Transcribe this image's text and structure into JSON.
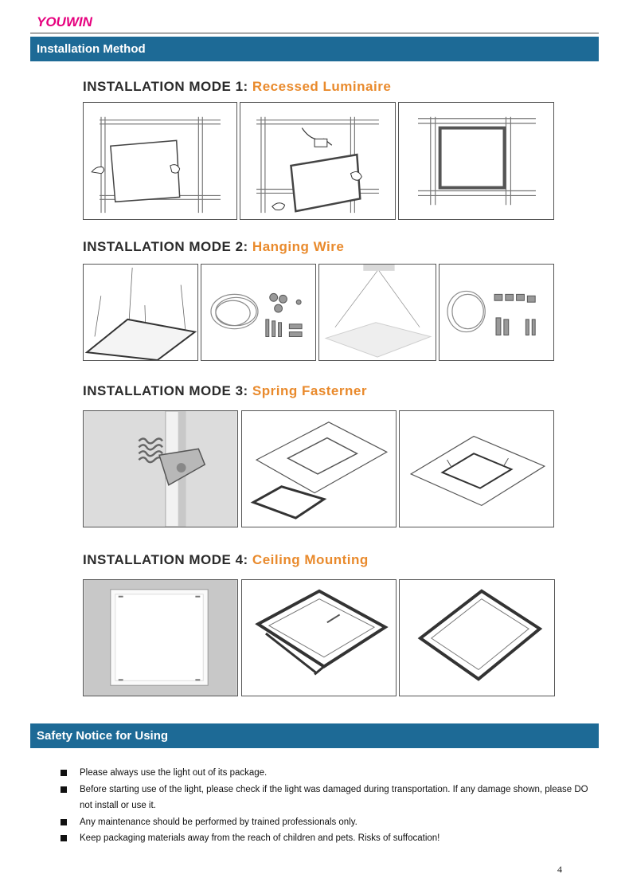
{
  "header": {
    "brand": "YOUWIN"
  },
  "sections": {
    "installation_title": "Installation Method",
    "safety_title": "Safety Notice for Using"
  },
  "modes": [
    {
      "prefix": "INSTALLATION MODE 1: ",
      "name": "Recessed Luminaire"
    },
    {
      "prefix": "INSTALLATION MODE 2: ",
      "name": "Hanging Wire"
    },
    {
      "prefix": "INSTALLATION MODE 3: ",
      "name": "Spring Fasterner"
    },
    {
      "prefix": "INSTALLATION MODE 4: ",
      "name": "Ceiling Mounting"
    }
  ],
  "safety_notices": [
    "Please always use the light out of its package.",
    "Before starting use of the light, please check if the light was damaged during transportation. If any damage shown, please DO not install or use it.",
    "Any maintenance should be performed by trained professionals only.",
    "Keep packaging materials away from the reach of children and pets. Risks of suffocation!"
  ],
  "footer": {
    "page_number": "4"
  },
  "colors": {
    "brand": "#e6007e",
    "section_bar": "#1d6a96",
    "mode_accent": "#e98a2c"
  }
}
